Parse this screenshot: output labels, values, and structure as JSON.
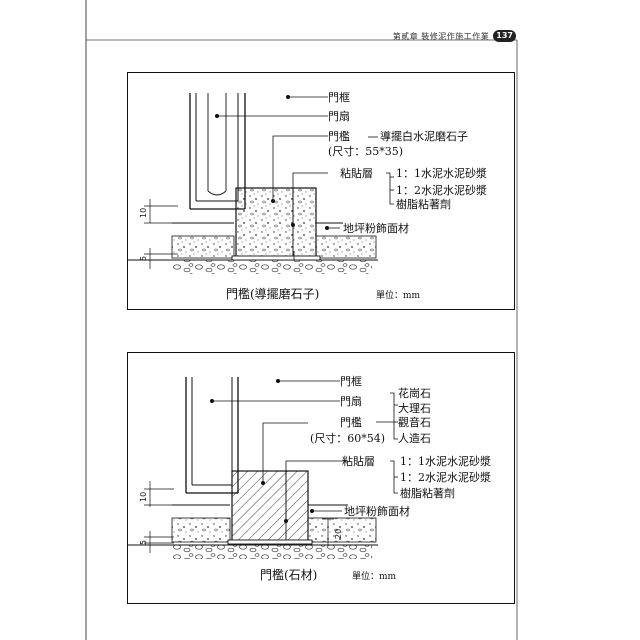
{
  "header": {
    "chapter": "第貳章 裝修泥作施工作業",
    "page_number": "137"
  },
  "figure1": {
    "labels": {
      "frame": "門框",
      "leaf": "門扇",
      "threshold": "門檻",
      "threshold_material": "導擺白水泥磨石子",
      "size": "(尺寸：55*35)",
      "bonding_layer": "粘貼層",
      "bond1": "1：1水泥水泥砂漿",
      "bond2": "1：2水泥水泥砂漿",
      "bond3": "樹脂粘著劑",
      "floor_finish": "地坪粉飾面材"
    },
    "dims": {
      "d1": "10",
      "d2": "5"
    },
    "caption": "門檻(導擺磨石子)",
    "unit": "單位：mm"
  },
  "figure2": {
    "labels": {
      "frame": "門框",
      "leaf": "門扇",
      "threshold": "門檻",
      "size": "(尺寸：60*54)",
      "stone1": "花崗石",
      "stone2": "大理石",
      "stone3": "觀音石",
      "stone4": "人造石",
      "bonding_layer": "粘貼層",
      "bond1": "1：1水泥水泥砂漿",
      "bond2": "1：2水泥水泥砂漿",
      "bond3": "樹脂粘著劑",
      "floor_finish": "地坪粉飾面材"
    },
    "dims": {
      "d1": "10",
      "d2": "5",
      "d3": "20"
    },
    "caption": "門檻(石材)",
    "unit": "單位：mm"
  }
}
